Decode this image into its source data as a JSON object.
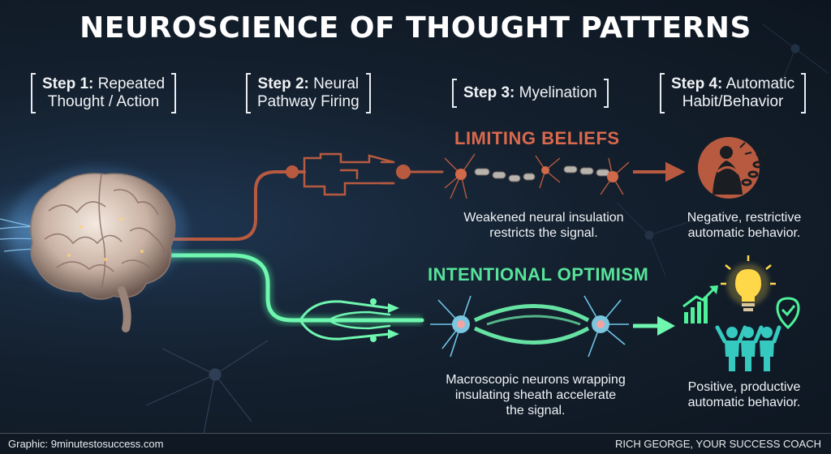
{
  "title": "NEUROSCIENCE OF THOUGHT PATTERNS",
  "steps": [
    {
      "label": "Step 1:",
      "text_a": " Repeated",
      "text_b": "Thought / Action"
    },
    {
      "label": "Step 2:",
      "text_a": " Neural",
      "text_b": "Pathway Firing"
    },
    {
      "label": "Step 3:",
      "text_a": " Myelination",
      "text_b": ""
    },
    {
      "label": "Step 4:",
      "text_a": " Automatic",
      "text_b": "Habit/Behavior"
    }
  ],
  "limiting": {
    "heading": "LIMITING BELIEFS",
    "caption_a": "Weakened neural insulation",
    "caption_b": "restricts the signal.",
    "outcome_a": "Negative, restrictive",
    "outcome_b": "automatic behavior.",
    "color": "#b85a40",
    "icon": "chained-person-icon"
  },
  "optimism": {
    "heading": "INTENTIONAL OPTIMISM",
    "caption_a": "Macroscopic neurons wrapping",
    "caption_b": "insulating sheath accelerate",
    "caption_c": "the signal.",
    "outcome_a": "Positive, productive",
    "outcome_b": "automatic behavior.",
    "color": "#4ef29a",
    "icons": [
      "growth-chart-icon",
      "lightbulb-icon",
      "check-badge-icon",
      "team-celebrating-icon"
    ]
  },
  "footer": {
    "left": "Graphic: 9minutestosuccess.com",
    "right": "RICH GEORGE, YOUR SUCCESS COACH"
  }
}
